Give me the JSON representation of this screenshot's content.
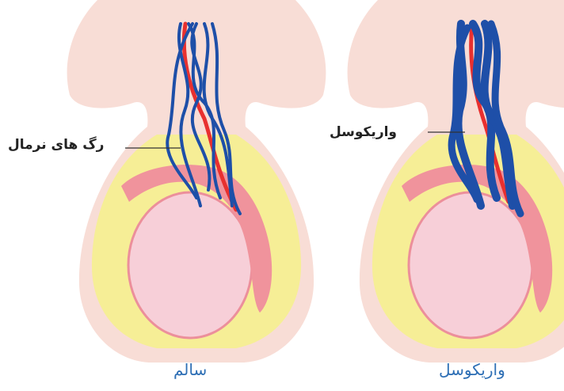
{
  "diagram": {
    "left_panel": {
      "callout": "رگ های نرمال",
      "caption": "سالم"
    },
    "right_panel": {
      "callout": "واریکوسل",
      "caption": "واریکوسل"
    }
  },
  "colors": {
    "skin": "#f8ddd6",
    "fat_layer": "#f6ee96",
    "testis": "#f7cfd8",
    "epididymis": "#f0939c",
    "vein": "#1e4fa8",
    "artery": "#e8302f",
    "caption_text": "#2e6fb5",
    "callout_text": "#222222"
  }
}
